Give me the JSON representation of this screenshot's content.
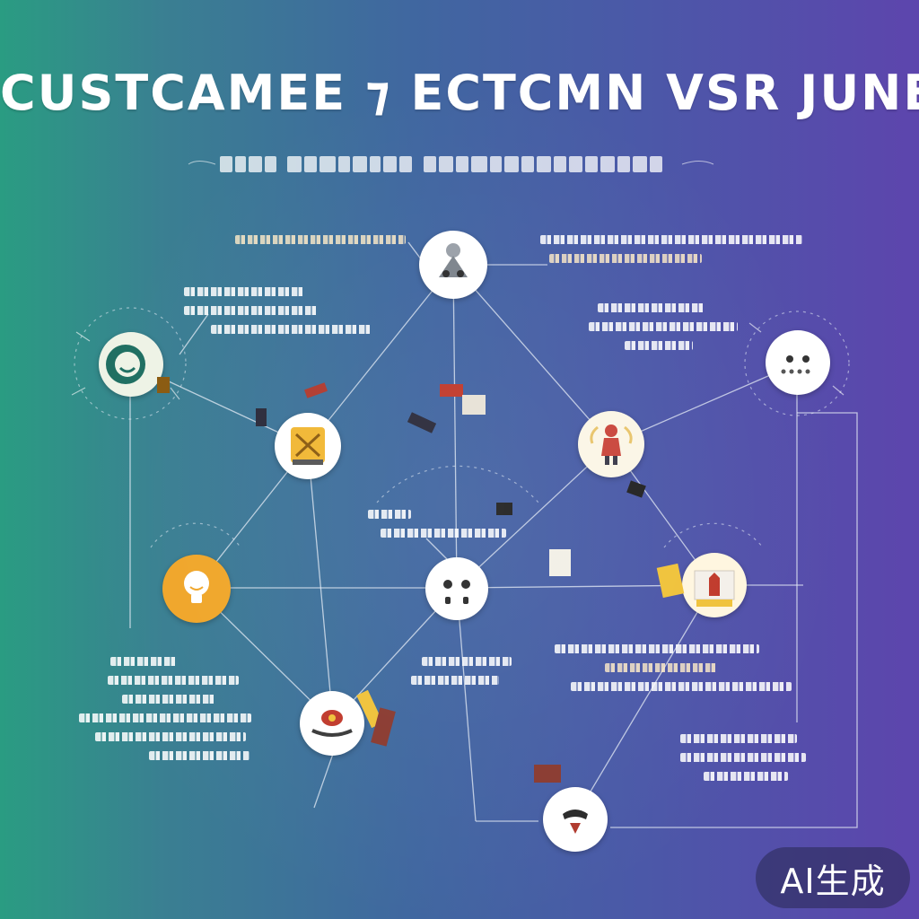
{
  "header": {
    "title": "CUSTCAMEE ⁊ ECTCMN VSR  JUNENY"
  },
  "badge": {
    "text": "AI生成"
  },
  "colors": {
    "background_left": "#2a9c82",
    "background_right": "#5d45ad",
    "node_fill": "#ffffff",
    "node_accent_orange": "#f0a62a",
    "line_color": "#e6ecf5"
  },
  "nodes": [
    {
      "name": "node-top-center",
      "icon": "person-gray-icon"
    },
    {
      "name": "node-left-face",
      "icon": "smile-face-icon"
    },
    {
      "name": "node-yellow-cart",
      "icon": "cart-icon"
    },
    {
      "name": "node-top-right",
      "icon": "robot-face-icon"
    },
    {
      "name": "node-person-red",
      "icon": "person-red-icon"
    },
    {
      "name": "node-orange-bulb",
      "icon": "lightbulb-icon"
    },
    {
      "name": "node-center",
      "icon": "face-dots-icon"
    },
    {
      "name": "node-store",
      "icon": "storefront-icon"
    },
    {
      "name": "node-dish",
      "icon": "dish-icon"
    },
    {
      "name": "node-bottom",
      "icon": "mask-face-icon"
    }
  ]
}
